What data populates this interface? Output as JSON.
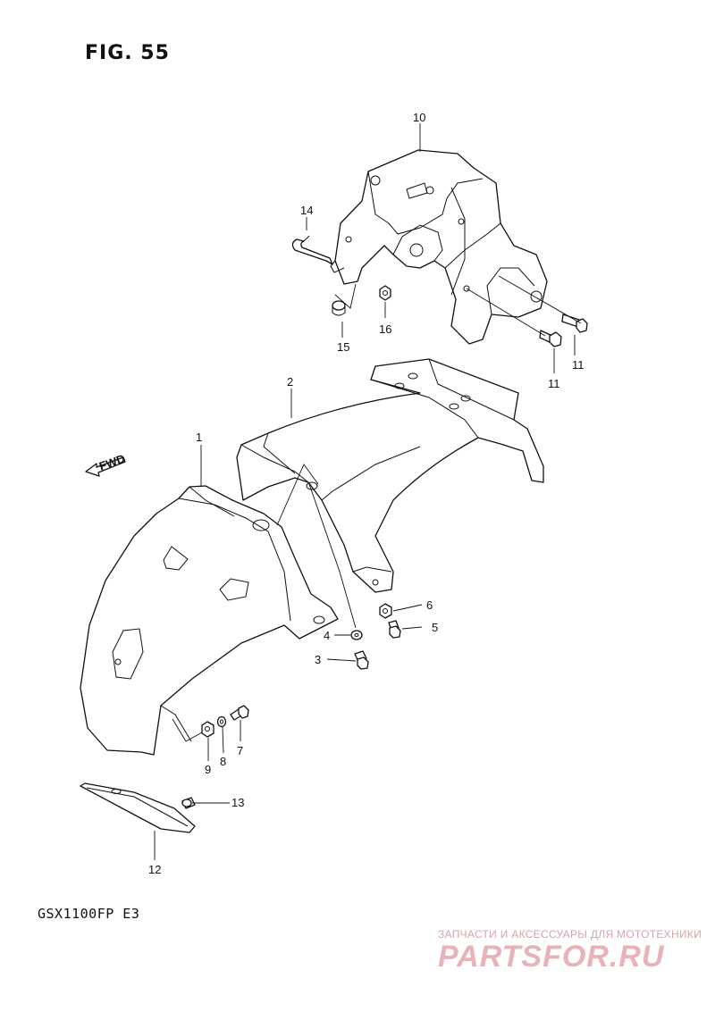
{
  "figure": {
    "title": "FIG. 55",
    "model": "GSX1100FP  E3",
    "fwd_label": "FWD"
  },
  "watermark": {
    "subtitle": "ЗАПЧАСТИ И АКСЕССУАРЫ ДЛЯ МОТОТЕХНИКИ",
    "brand": "PARTSFOR.RU"
  },
  "callouts": [
    "1",
    "2",
    "3",
    "4",
    "5",
    "6",
    "7",
    "8",
    "9",
    "10",
    "11",
    "11",
    "12",
    "13",
    "14",
    "15",
    "16"
  ],
  "parts": [
    {
      "number": "1",
      "name": "fender-front-piece"
    },
    {
      "number": "2",
      "name": "rear-fender"
    },
    {
      "number": "3",
      "name": "bolt"
    },
    {
      "number": "4",
      "name": "washer"
    },
    {
      "number": "5",
      "name": "bolt"
    },
    {
      "number": "6",
      "name": "nut"
    },
    {
      "number": "7",
      "name": "bolt"
    },
    {
      "number": "8",
      "name": "washer"
    },
    {
      "number": "9",
      "name": "nut"
    },
    {
      "number": "10",
      "name": "bracket"
    },
    {
      "number": "11",
      "name": "bolt"
    },
    {
      "number": "12",
      "name": "plate"
    },
    {
      "number": "13",
      "name": "screw"
    },
    {
      "number": "14",
      "name": "pin"
    },
    {
      "number": "15",
      "name": "cushion"
    },
    {
      "number": "16",
      "name": "nut"
    }
  ]
}
